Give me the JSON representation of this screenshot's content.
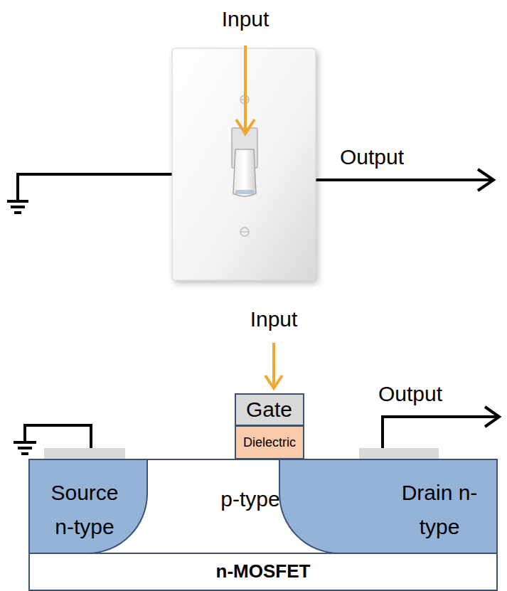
{
  "diagram": {
    "nodes": [
      {
        "text": [
          "p-type",
          "n-MOSFET"
        ]
      },
      {
        "text": [
          "Source n-type"
        ],
        "in": 0
      },
      {
        "text": [
          "Drain n-type"
        ],
        "in": 0
      },
      {
        "text": [
          "Gate"
        ]
      },
      {
        "text": [
          "Dielectric"
        ]
      }
    ],
    "labels": [
      "Input",
      "Output",
      "Input",
      "Output"
    ]
  }
}
